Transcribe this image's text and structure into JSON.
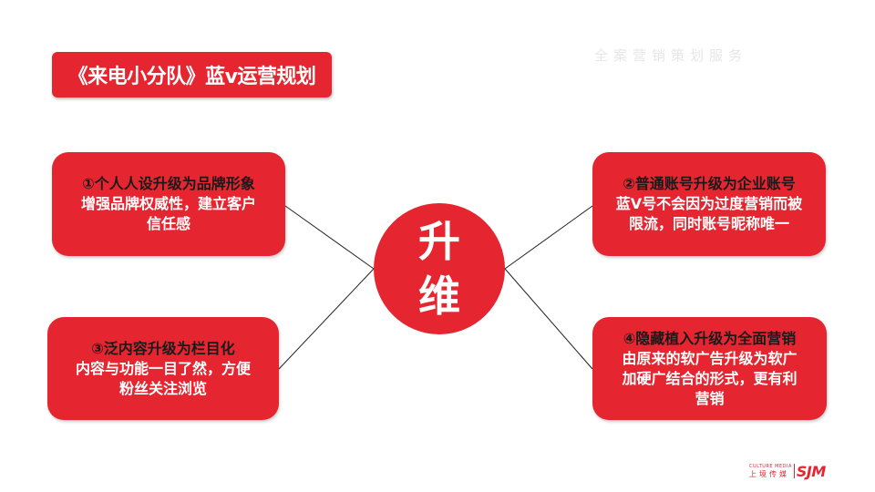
{
  "slide": {
    "title": "《来电小分队》蓝v运营规划",
    "tagline": "全案营销策划服务",
    "hub": {
      "line1": "升",
      "line2": "维"
    },
    "boxes": [
      {
        "heading": "①个人人设升级为品牌形象",
        "body": [
          "增强品牌权威性，建立客户",
          "信任感"
        ]
      },
      {
        "heading": "②普通账号升级为企业账号",
        "body": [
          "蓝V号不会因为过度营销而被",
          "限流，同时账号昵称唯一"
        ]
      },
      {
        "heading": "③泛内容升级为栏目化",
        "body": [
          "内容与功能一目了然，方便",
          "粉丝关注浏览"
        ]
      },
      {
        "heading": "④隐藏植入升级为全面营销",
        "body": [
          "由原来的软广告升级为软广",
          "加硬广结合的形式，更有利",
          "营销"
        ]
      }
    ],
    "logo": {
      "en": "CULTURE MEDIA",
      "cn": "上境传媒",
      "mark": "SJM"
    },
    "colors": {
      "accent": "#e52631",
      "heading_text": "#1a1a1a",
      "body_text": "#ffffff",
      "tagline": "#e6e6e6"
    }
  }
}
